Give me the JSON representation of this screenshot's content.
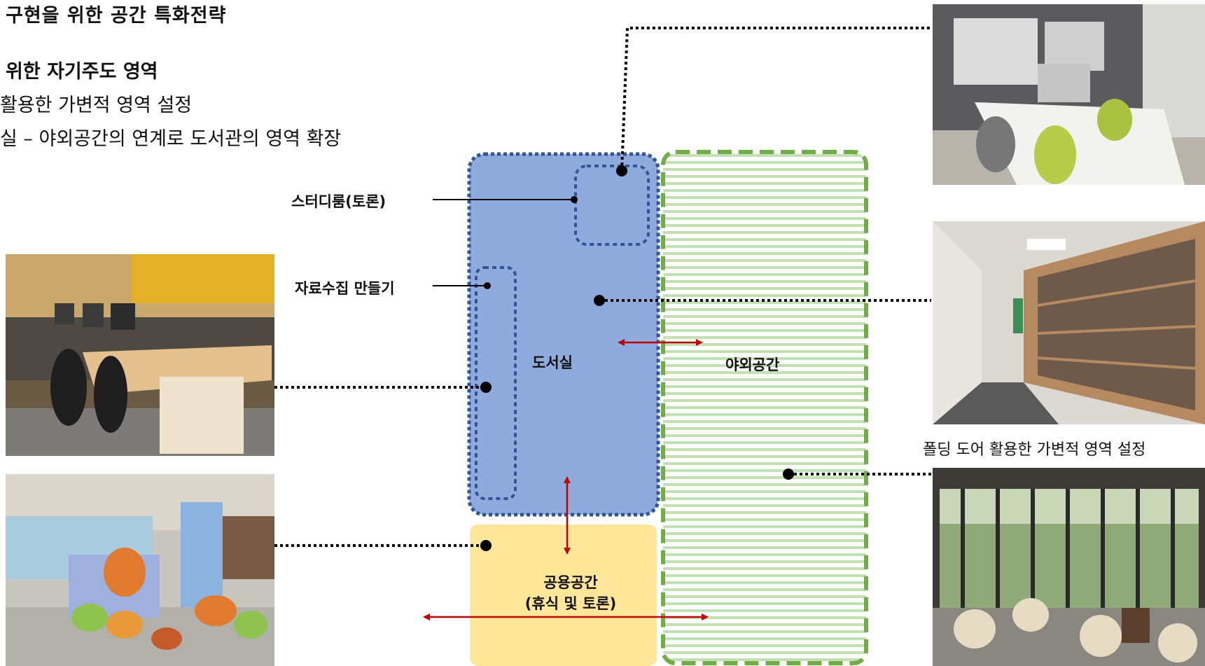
{
  "header": {
    "title": "구현을 위한 공간 특화전략",
    "subtitle": "위한 자기주도 영역",
    "line1": "활용한 가변적 영역 설정",
    "line2": "실 – 야외공간의 연계로 도서관의 영역 확장"
  },
  "diagram": {
    "library_label": "도서실",
    "outdoor_label": "야외공간",
    "common_label_line1": "공용공간",
    "common_label_line2": "(휴식 및 토론)",
    "studyroom_label": "스터디룸(토론)",
    "collection_label": "자료수집 만들기"
  },
  "captions": {
    "folding_door": "폴딩 도어 활용한 가변적 영역 설정"
  },
  "colors": {
    "library_fill": "#8faadc",
    "library_border": "#2f5597",
    "outdoor_border": "#70ad47",
    "outdoor_stripe": "#c5e0b4",
    "common_fill": "#ffe699",
    "arrow": "#c00000"
  }
}
